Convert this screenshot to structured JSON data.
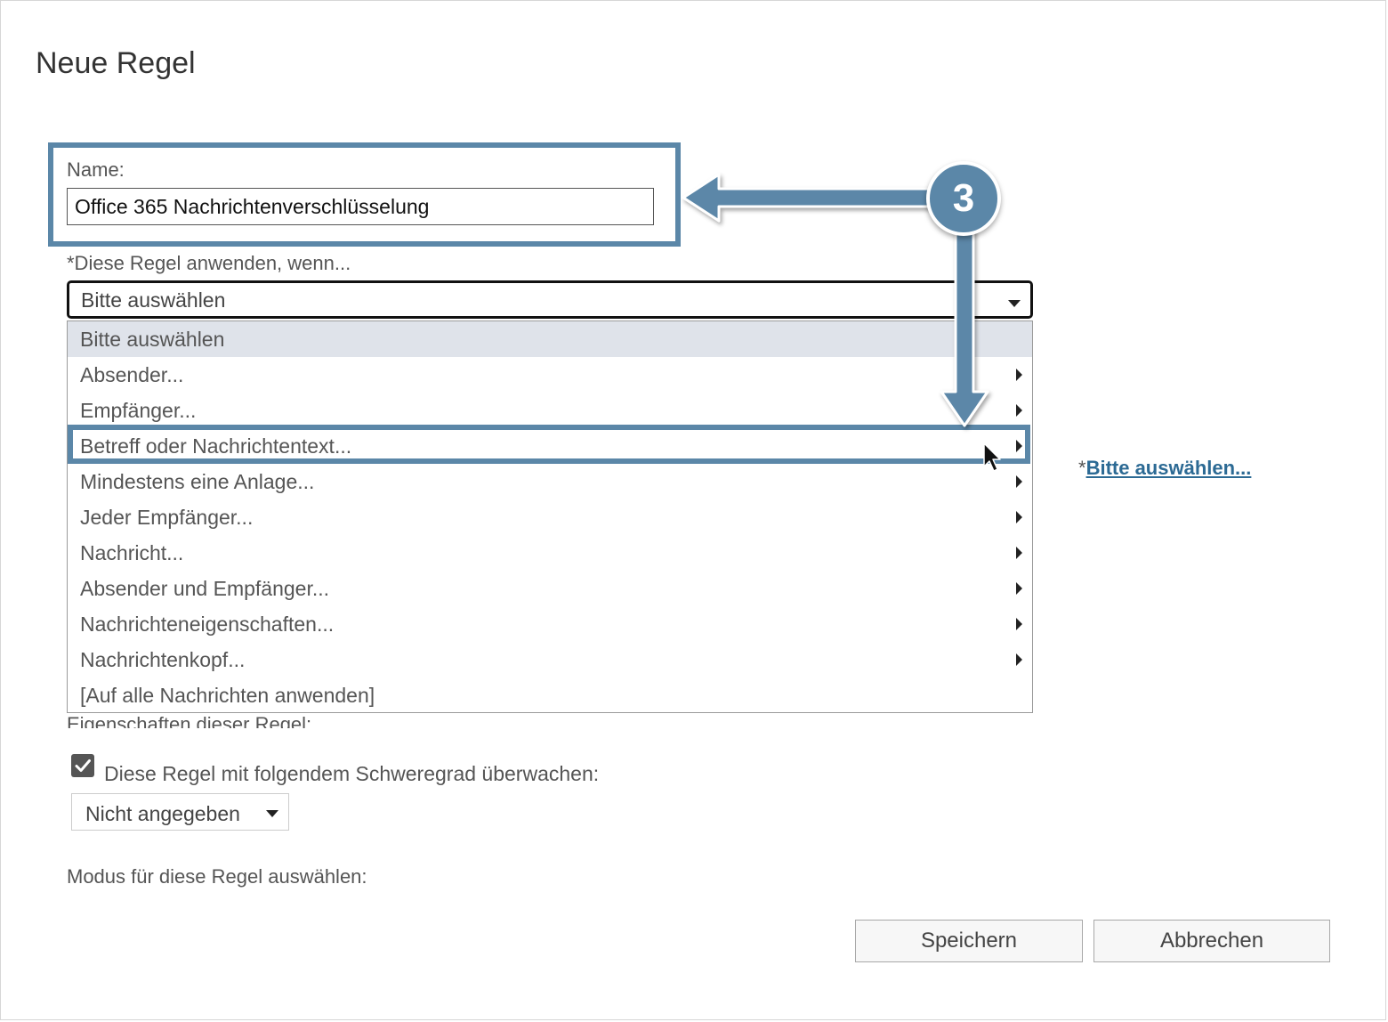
{
  "dialog": {
    "title": "Neue Regel"
  },
  "name_field": {
    "label": "Name:",
    "value": "Office 365 Nachrichtenverschlüsselung"
  },
  "condition": {
    "label": "*Diese Regel anwenden, wenn...",
    "selected": "Bitte auswählen",
    "options": [
      {
        "label": "Bitte auswählen",
        "has_submenu": false
      },
      {
        "label": "Absender...",
        "has_submenu": true
      },
      {
        "label": "Empfänger...",
        "has_submenu": true
      },
      {
        "label": "Betreff oder Nachrichtentext...",
        "has_submenu": true
      },
      {
        "label": "Mindestens eine Anlage...",
        "has_submenu": true
      },
      {
        "label": "Jeder Empfänger...",
        "has_submenu": true
      },
      {
        "label": "Nachricht...",
        "has_submenu": true
      },
      {
        "label": "Absender und Empfänger...",
        "has_submenu": true
      },
      {
        "label": "Nachrichteneigenschaften...",
        "has_submenu": true
      },
      {
        "label": "Nachrichtenkopf...",
        "has_submenu": true
      },
      {
        "label": "[Auf alle Nachrichten anwenden]",
        "has_submenu": false
      }
    ]
  },
  "action_link": {
    "prefix": "*",
    "label": "Bitte auswählen..."
  },
  "properties_heading": "Eigenschaften dieser Regel:",
  "audit": {
    "checked": true,
    "label": "Diese Regel mit folgendem Schweregrad überwachen:",
    "severity": "Nicht angegeben"
  },
  "mode": {
    "label": "Modus für diese Regel auswählen:"
  },
  "buttons": {
    "save": "Speichern",
    "cancel": "Abbrechen"
  },
  "annotation": {
    "step": "3",
    "color": "#5b87a8"
  },
  "colors": {
    "highlight": "#5b87a8",
    "link": "#2c6a94",
    "selected_row": "#dfe3ea"
  },
  "icons": {
    "dropdown": "caret-down-icon",
    "submenu": "caret-right-icon",
    "check": "checkmark-icon",
    "pointer": "mouse-pointer-icon"
  }
}
